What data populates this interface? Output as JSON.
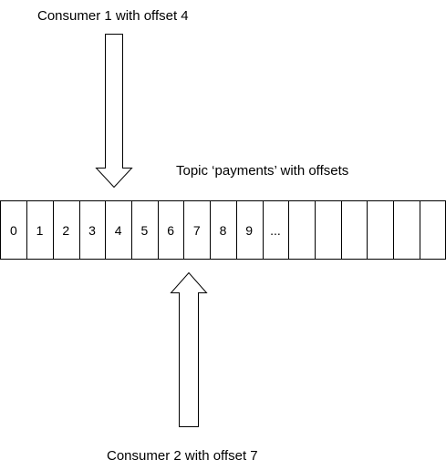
{
  "consumer1": {
    "label": "Consumer 1 with offset 4",
    "offset": 4
  },
  "consumer2": {
    "label": "Consumer 2 with offset 7",
    "offset": 7
  },
  "topic": {
    "label": "Topic ‘payments’ with offsets",
    "cells": [
      "0",
      "1",
      "2",
      "3",
      "4",
      "5",
      "6",
      "7",
      "8",
      "9",
      "...",
      "",
      "",
      "",
      "",
      "",
      ""
    ]
  },
  "colors": {
    "stroke": "#000000",
    "background": "#ffffff"
  }
}
